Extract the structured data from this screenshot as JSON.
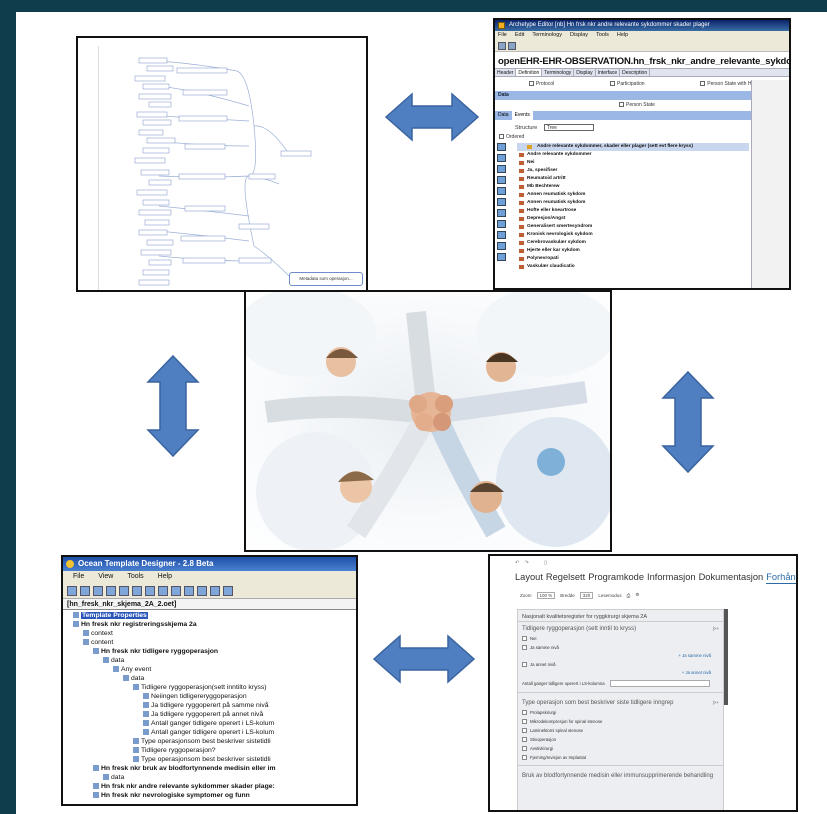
{
  "colors": {
    "background": "#0f3d4c",
    "arrow_fill": "#4f7fc1",
    "arrow_stroke": "#3a64a0",
    "panel_border": "#111111"
  },
  "arrows": [
    {
      "name": "arrow-top-horizontal",
      "direction": "left-right"
    },
    {
      "name": "arrow-left-vertical",
      "direction": "up-down"
    },
    {
      "name": "arrow-right-vertical",
      "direction": "up-down"
    },
    {
      "name": "arrow-bottom-horizontal",
      "direction": "left-right"
    }
  ],
  "mindmap": {
    "main_node": "Metadata som operasjon..."
  },
  "archetype_editor": {
    "title": "Archetype Editor [nb] Hn frsk nkr andre relevante sykdommer skader plager",
    "menu": [
      "File",
      "Edit",
      "Terminology",
      "Display",
      "Tools",
      "Help"
    ],
    "concept": "openEHR-EHR-OBSERVATION.hn_frsk_nkr_andre_relevante_sykdom",
    "tabs": [
      "Header",
      "Definition",
      "Terminology",
      "Display",
      "Interface",
      "Description"
    ],
    "checkboxes": [
      "Protocol",
      "Participation",
      "Person State with His"
    ],
    "data_band": "Data",
    "person_state": "Person State",
    "subtabs": [
      "Data",
      "Events"
    ],
    "structure_label": "Structure",
    "structure_value": "Tree",
    "ordered_label": "Ordered",
    "tree_items": [
      "Andre relevante sykdommer, skader eller plager (sett evt flere kryss)",
      "Andre relevante sykdommer",
      "Nei",
      "Ja, spesifiser",
      "Reumatoid artritt",
      "Mb Bechterew",
      "Annen reumatisk sykdom",
      "Annen reumatisk sykdom",
      "Hofte eller kneartrose",
      "Depresjon/Angst",
      "Generalisert smertesyndrom",
      "Kronisk nevrologisk sykdom",
      "Cerebrovaskulær sykdom",
      "Hjerte eller kar sykdom",
      "Polynevropati",
      "Vaskulær claudicatio"
    ]
  },
  "template_designer": {
    "title": "Ocean Template Designer - 2.8 Beta",
    "menu": [
      "File",
      "View",
      "Tools",
      "Help"
    ],
    "file_tab": "[hn_fresk_nkr_skjema_2A_2.oet]",
    "tree": [
      {
        "text": "Template Properties",
        "indent": 1,
        "bold": true,
        "selected": true
      },
      {
        "text": "Hn fresk nkr registreringsskjema 2a",
        "indent": 1,
        "bold": true
      },
      {
        "text": "context",
        "indent": 2,
        "bold": false
      },
      {
        "text": "content",
        "indent": 2,
        "bold": false
      },
      {
        "text": "Hn fresk nkr tidligere ryggoperasjon",
        "indent": 3,
        "bold": true
      },
      {
        "text": "data",
        "indent": 4,
        "bold": false
      },
      {
        "text": "Any event",
        "indent": 5,
        "bold": false
      },
      {
        "text": "data",
        "indent": 6,
        "bold": false
      },
      {
        "text": "Tidligere ryggoperasjon(sett inntilto kryss)",
        "indent": 7,
        "bold": false
      },
      {
        "text": "Neiingen tidligereryggoperasjon",
        "indent": 8,
        "bold": false
      },
      {
        "text": "Ja tidligere ryggoperert på samme nivå",
        "indent": 8,
        "bold": false
      },
      {
        "text": "Ja tidligere ryggoperert på annet nivå",
        "indent": 8,
        "bold": false
      },
      {
        "text": "Antall ganger tidligere operert i LS-kolum",
        "indent": 8,
        "bold": false
      },
      {
        "text": "Antall ganger tidligere operert i LS-kolum",
        "indent": 8,
        "bold": false
      },
      {
        "text": "Type operasjonsom best beskriver sistetidli",
        "indent": 7,
        "bold": false
      },
      {
        "text": "Tidligere ryggoperasjon?",
        "indent": 7,
        "bold": false
      },
      {
        "text": "Type operasjonsom best beskriver sistetidli",
        "indent": 7,
        "bold": false
      },
      {
        "text": "Hn fresk nkr bruk av blodfortynnende medisin eller im",
        "indent": 3,
        "bold": true
      },
      {
        "text": "data",
        "indent": 4,
        "bold": false
      },
      {
        "text": "Hn frsk nkr andre relevante sykdommer skader plage:",
        "indent": 3,
        "bold": true
      },
      {
        "text": "Hn fresk nkr nevrologiske symptomer og funn",
        "indent": 3,
        "bold": true
      }
    ]
  },
  "preview": {
    "menu": [
      "Layout",
      "Regelsett",
      "Programkode",
      "Informasjon",
      "Dokumentasjon",
      "Forhåndsvisning"
    ],
    "active_tab": "Forhåndsvisning",
    "zoom_label": "Zoom",
    "zoom_value": "100 %",
    "width_label": "Bredde",
    "width_value": "320",
    "mode_label": "Lesemodus",
    "form_title": "Nasjonalt kvalitetsregister for ryggkirurgi skjema 2A",
    "section1": "Tidligere ryggoperasjon (sett inntil to kryss)",
    "hide_label": "|>+",
    "options1": [
      "Nei",
      "Ja samme nivå",
      "Ja annet nivå"
    ],
    "link_same": "+ Ja samme nivå",
    "link_other": "+ Ja annet nivå",
    "count_label": "Antall ganger tidligere operert i LS-kolumna",
    "section2": "Type operasjon som best beskriver siste tidligere inngrep",
    "options2": [
      "Prolapskirurgi",
      "Mikrodekompresjon for spinal stenose",
      "Laminektomi spinal stenose",
      "Stivoperasjon",
      "Avstivkirurgi",
      "Fjerning/revisjon av Implantat"
    ],
    "section3": "Bruk av blodfortynnende medisin eller immunsupprimerende behandling"
  }
}
